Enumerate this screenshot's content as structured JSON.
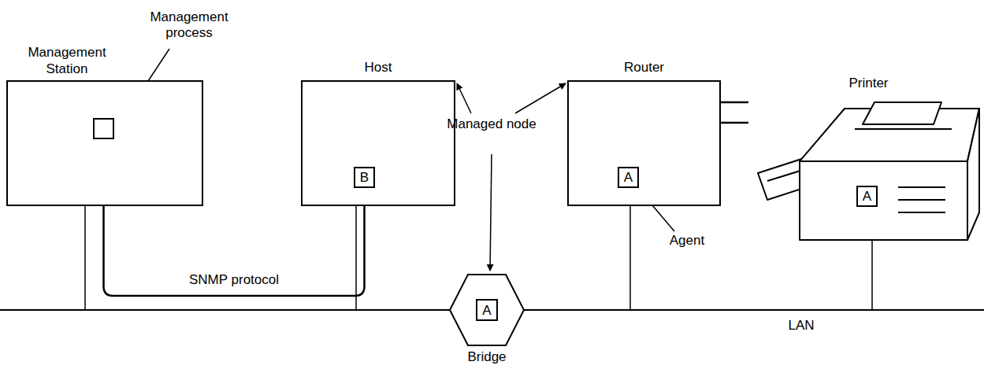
{
  "diagram": {
    "nodes": [
      {
        "text": [
          "Management Station"
        ]
      },
      {
        "text": [
          "Host"
        ]
      },
      {
        "text": [
          "B"
        ],
        "in": 1
      },
      {
        "text": [
          "Router"
        ]
      },
      {
        "text": [
          "A"
        ],
        "in": 3
      },
      {
        "text": [
          "Printer"
        ]
      },
      {
        "text": [
          "A"
        ],
        "in": 5
      },
      {
        "text": [
          "Bridge"
        ]
      },
      {
        "text": [
          "A"
        ],
        "in": 7
      }
    ],
    "edges": [
      {
        "from": 0,
        "to": 2,
        "arrow": "both",
        "label": "SNMP protocol"
      }
    ],
    "labels": [
      "Management process",
      "Managed node",
      "Agent",
      "LAN"
    ]
  }
}
